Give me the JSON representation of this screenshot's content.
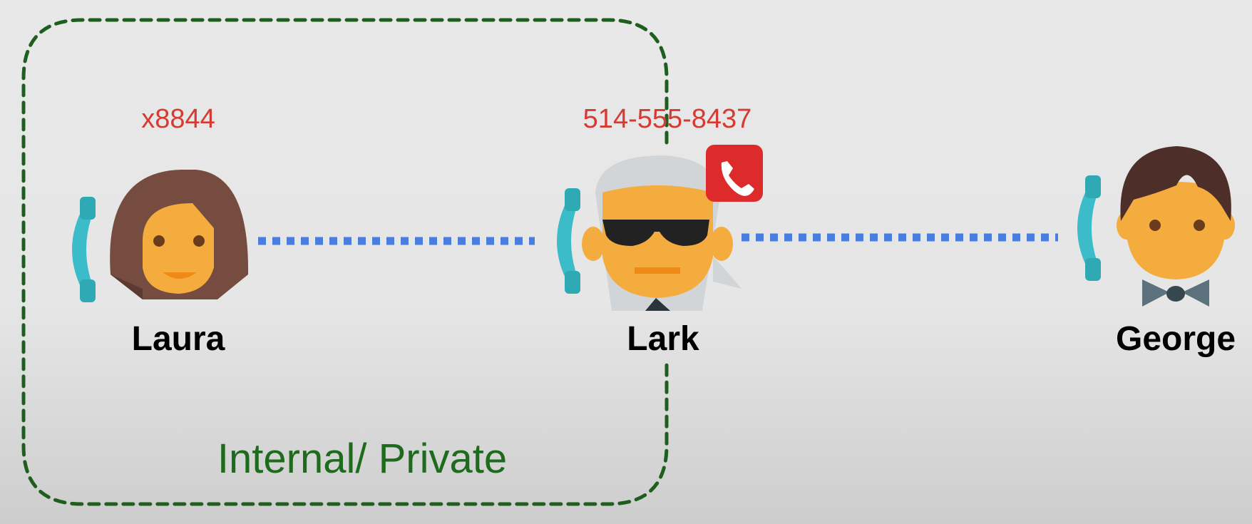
{
  "zone": {
    "label": "Internal/ Private",
    "border_color": "#1e5e1e"
  },
  "people": {
    "laura": {
      "name": "Laura",
      "number": "x8844"
    },
    "lark": {
      "name": "Lark",
      "number": "514-555-8437"
    },
    "george": {
      "name": "George"
    }
  },
  "connections": [
    {
      "from": "Laura",
      "to": "Lark",
      "style": "dotted",
      "color": "#4a7de0"
    },
    {
      "from": "Lark",
      "to": "George",
      "style": "dotted",
      "color": "#4a7de0"
    }
  ],
  "colors": {
    "number_text": "#d63a32",
    "handset": "#3bbcc8",
    "skin": "#f5ac3f",
    "alert_badge": "#dd2a2a"
  },
  "icons": [
    "phone-handset-icon",
    "phone-alert-icon"
  ]
}
